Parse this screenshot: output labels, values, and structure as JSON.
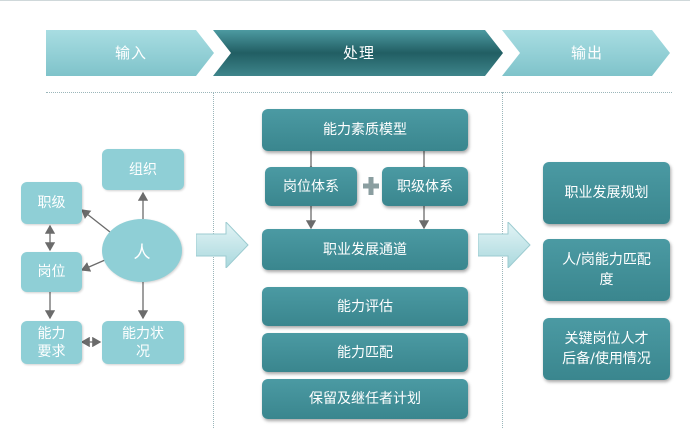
{
  "stages": {
    "input": "输入",
    "process": "处理",
    "output": "输出"
  },
  "left": {
    "org": "组织",
    "grade": "职级",
    "person": "人",
    "position": "岗位",
    "ability_req_1": "能力",
    "ability_req_2": "要求",
    "ability_status_1": "能力状",
    "ability_status_2": "况"
  },
  "middle": {
    "competency_model": "能力素质模型",
    "position_system": "岗位体系",
    "grade_system": "职级体系",
    "career_channel": "职业发展通道",
    "ability_assessment": "能力评估",
    "ability_match": "能力匹配",
    "retention_plan": "保留及继任者计划"
  },
  "right": {
    "career_plan": "职业发展规划",
    "match_1": "人/岗能力匹配",
    "match_2": "度",
    "key_talent_1": "关键岗位人才",
    "key_talent_2": "后备/使用情况"
  },
  "colors": {
    "input_chevron": "#8fcfd6",
    "process_chevron": "#2e6e74",
    "output_chevron": "#8fcfd6",
    "light_box": "#8fcfd6",
    "dark_box": "#3f8e96"
  }
}
